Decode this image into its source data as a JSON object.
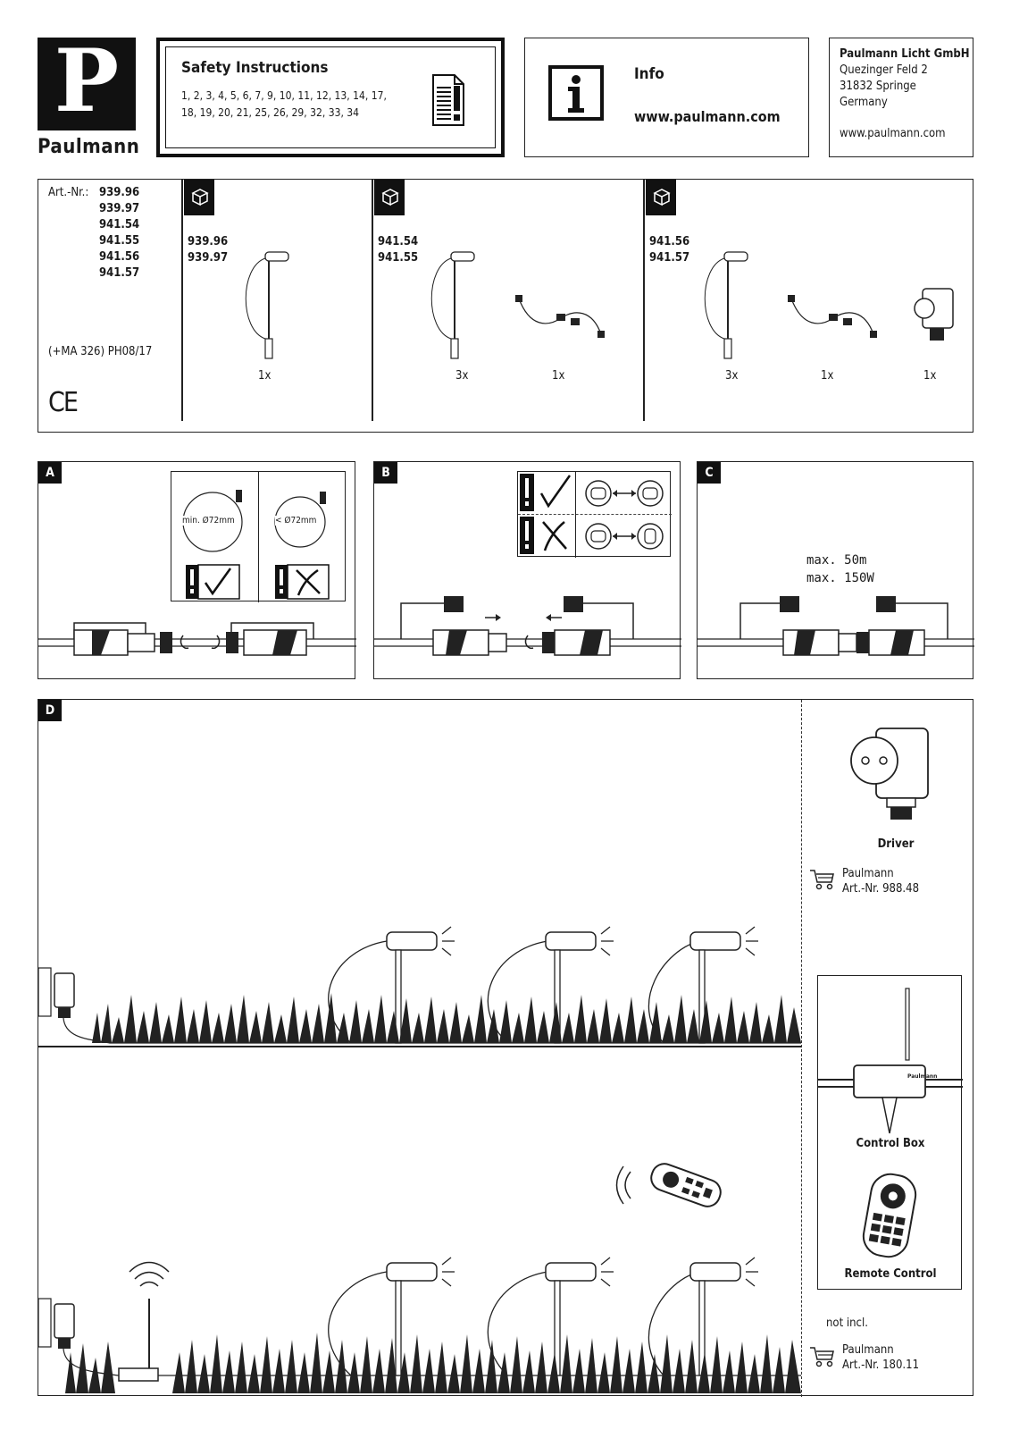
{
  "header": {
    "logo_letter": "P",
    "brand": "Paulmann",
    "safety": {
      "title": "Safety Instructions",
      "numbers_line1": "1, 2, 3, 4, 5, 6, 7, 9, 10, 11, 12, 13, 14, 17,",
      "numbers_line2": "18, 19, 20, 21, 25, 26, 29, 32, 33, 34"
    },
    "info": {
      "title": "Info",
      "url": "www.paulmann.com"
    },
    "address": {
      "company": "Paulmann Licht GmbH",
      "street": "Quezinger Feld 2",
      "city": "31832 Springe",
      "country": "Germany",
      "url": "www.paulmann.com"
    }
  },
  "articles": {
    "label": "Art.-Nr.:",
    "numbers": [
      "939.96",
      "939.97",
      "941.54",
      "941.55",
      "941.56",
      "941.57"
    ],
    "note": "(+MA 326) PH08/17",
    "ce": "CE",
    "packages": [
      {
        "codes": [
          "939.96",
          "939.97"
        ],
        "quantities": [
          "1x"
        ]
      },
      {
        "codes": [
          "941.54",
          "941.55"
        ],
        "quantities": [
          "3x",
          "1x"
        ]
      },
      {
        "codes": [
          "941.56",
          "941.57"
        ],
        "quantities": [
          "3x",
          "1x",
          "1x"
        ]
      }
    ]
  },
  "panels": {
    "a": {
      "tag": "A",
      "bend_ok": "min. Ø72mm",
      "bend_bad": "< Ø72mm"
    },
    "b": {
      "tag": "B"
    },
    "c": {
      "tag": "C",
      "max_length": "max. 50m",
      "max_power": "max. 150W"
    },
    "d": {
      "tag": "D",
      "driver_label": "Driver",
      "driver_brand": "Paulmann",
      "driver_art": "Art.-Nr. 988.48",
      "control_box_label": "Control Box",
      "control_box_logo": "Paulmann",
      "remote_label": "Remote Control",
      "not_incl": "not incl.",
      "remote_brand": "Paulmann",
      "remote_art": "Art.-Nr. 180.11"
    }
  }
}
